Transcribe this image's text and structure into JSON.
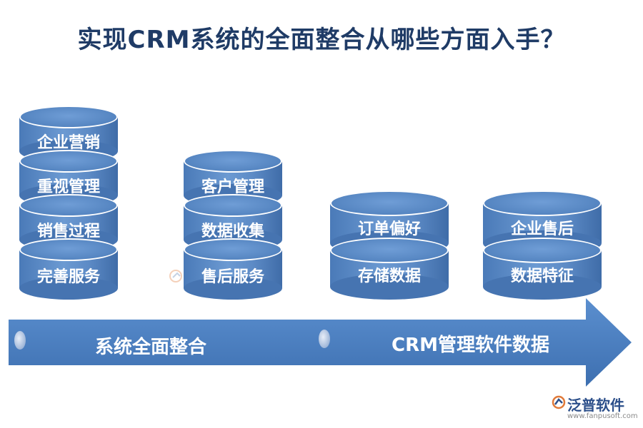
{
  "title": "实现CRM系统的全面整合从哪些方面入手？",
  "stacks": [
    {
      "items": [
        "企业营销",
        "重视管理",
        "销售过程",
        "完善服务"
      ]
    },
    {
      "items": [
        "客户管理",
        "数据收集",
        "售后服务"
      ]
    },
    {
      "items": [
        "订单偏好",
        "存储数据"
      ]
    },
    {
      "items": [
        "企业售后",
        "数据特征"
      ]
    }
  ],
  "arrow": {
    "label_left": "系统全面整合",
    "label_right": "CRM管理软件数据"
  },
  "logo": {
    "name": "泛普软件",
    "url": "www.fanpusoft.com"
  },
  "colors": {
    "title": "#1f3b66",
    "cylinder": "#5585c1",
    "arrow": "#4a7fc1"
  }
}
